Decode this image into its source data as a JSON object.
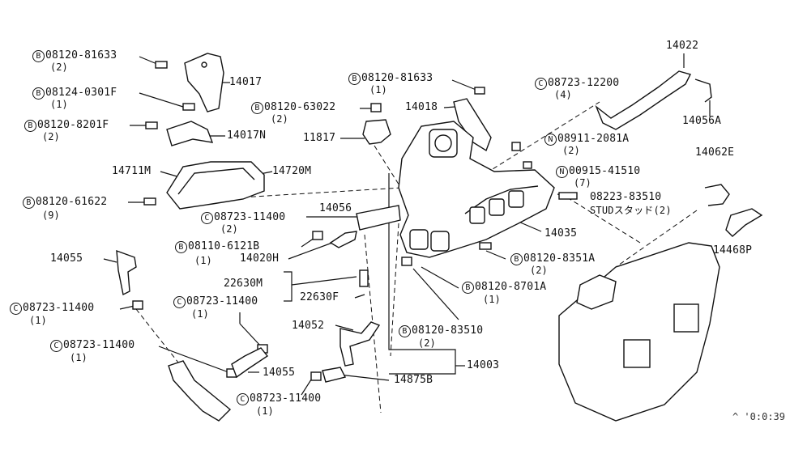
{
  "diagram": {
    "footer_code": "^ '0:0:39",
    "callouts": {
      "c_14022": "14022",
      "c_14017": "14017",
      "c_14017N": "14017N",
      "c_14018": "14018",
      "c_11817": "11817",
      "c_14056A": "14056A",
      "c_14062E": "14062E",
      "c_14711M": "14711M",
      "c_14720M": "14720M",
      "c_14056": "14056",
      "c_14035": "14035",
      "c_14468P": "14468P",
      "c_14020H": "14020H",
      "c_14055_top": "14055",
      "c_22630M": "22630M",
      "c_22630F": "22630F",
      "c_14052": "14052",
      "c_14003": "14003",
      "c_14055_bot": "14055",
      "c_14875B": "14875B",
      "stud_label": "STUDスタッド(2)"
    },
    "parts": [
      {
        "key": "p1",
        "prefix": "B",
        "number": "08120-81633",
        "qty": "(2)"
      },
      {
        "key": "p2",
        "prefix": "B",
        "number": "08124-0301F",
        "qty": "(1)"
      },
      {
        "key": "p3",
        "prefix": "B",
        "number": "08120-8201F",
        "qty": "(2)"
      },
      {
        "key": "p4",
        "prefix": "B",
        "number": "08120-81633",
        "qty": "(1)"
      },
      {
        "key": "p5",
        "prefix": "B",
        "number": "08120-63022",
        "qty": "(2)"
      },
      {
        "key": "p6",
        "prefix": "C",
        "number": "08723-12200",
        "qty": "(4)"
      },
      {
        "key": "p7",
        "prefix": "N",
        "number": "08911-2081A",
        "qty": "(2)"
      },
      {
        "key": "p8",
        "prefix": "N",
        "number": "00915-41510",
        "qty": "(7)"
      },
      {
        "key": "p9",
        "prefix": "",
        "number": "08223-83510",
        "qty": ""
      },
      {
        "key": "p10",
        "prefix": "B",
        "number": "08120-61622",
        "qty": "(9)"
      },
      {
        "key": "p11",
        "prefix": "C",
        "number": "08723-11400",
        "qty": "(2)"
      },
      {
        "key": "p12",
        "prefix": "B",
        "number": "08110-6121B",
        "qty": "(1)"
      },
      {
        "key": "p13",
        "prefix": "B",
        "number": "08120-8351A",
        "qty": "(2)"
      },
      {
        "key": "p14",
        "prefix": "B",
        "number": "08120-8701A",
        "qty": "(1)"
      },
      {
        "key": "p15",
        "prefix": "C",
        "number": "08723-11400",
        "qty": "(1)"
      },
      {
        "key": "p16",
        "prefix": "C",
        "number": "08723-11400",
        "qty": "(1)"
      },
      {
        "key": "p17",
        "prefix": "B",
        "number": "08120-83510",
        "qty": "(2)"
      },
      {
        "key": "p18",
        "prefix": "C",
        "number": "08723-11400",
        "qty": "(1)"
      },
      {
        "key": "p19",
        "prefix": "C",
        "number": "08723-11400",
        "qty": "(1)"
      }
    ]
  }
}
